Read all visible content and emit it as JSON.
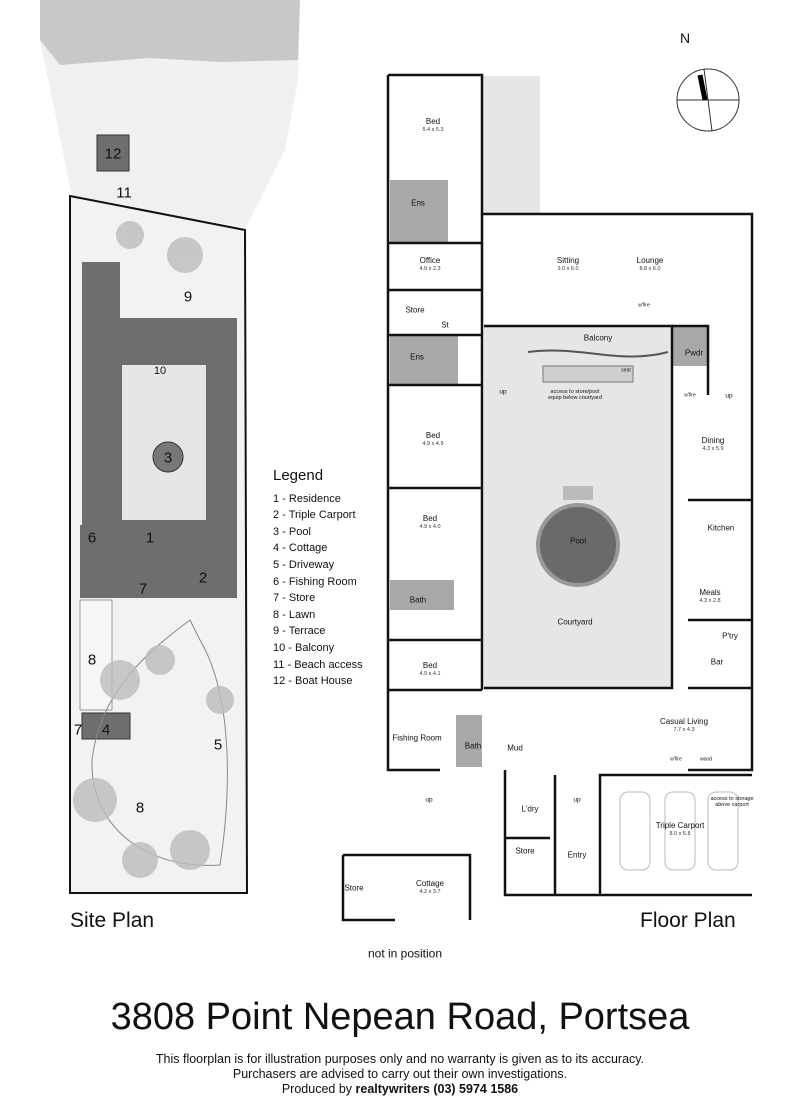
{
  "compass": {
    "label": "N"
  },
  "site_plan": {
    "title": "Site Plan",
    "markers": [
      "12",
      "11",
      "9",
      "10",
      "3",
      "1",
      "6",
      "7",
      "2",
      "8",
      "7",
      "4",
      "5",
      "8"
    ]
  },
  "legend": {
    "title": "Legend",
    "items": [
      "1 - Residence",
      "2 - Triple Carport",
      "3 - Pool",
      "4 - Cottage",
      "5 - Driveway",
      "6 - Fishing Room",
      "7 - Store",
      "8 - Lawn",
      "9 - Terrace",
      "10 - Balcony",
      "11 - Beach access",
      "12 - Boat House"
    ]
  },
  "floor_plan": {
    "title": "Floor Plan",
    "rooms": [
      {
        "name": "Bed",
        "dims": "5.4 x 5.3"
      },
      {
        "name": "Ens",
        "dims": ""
      },
      {
        "name": "Office",
        "dims": "4.9 x 2.3"
      },
      {
        "name": "Sitting",
        "dims": "3.0 x 6.0"
      },
      {
        "name": "Lounge",
        "dims": "8.8 x 6.0"
      },
      {
        "name": "Store",
        "dims": ""
      },
      {
        "name": "St",
        "dims": ""
      },
      {
        "name": "Ens",
        "dims": ""
      },
      {
        "name": "Balcony",
        "dims": ""
      },
      {
        "name": "Pwdr",
        "dims": ""
      },
      {
        "name": "Bed",
        "dims": "4.9 x 4.9"
      },
      {
        "name": "Dining",
        "dims": "4.3 x 5.9"
      },
      {
        "name": "Bed",
        "dims": "4.9 x 4.0"
      },
      {
        "name": "Kitchen",
        "dims": ""
      },
      {
        "name": "Pool",
        "dims": ""
      },
      {
        "name": "Bath",
        "dims": ""
      },
      {
        "name": "Meals",
        "dims": "4.3 x 2.8"
      },
      {
        "name": "Courtyard",
        "dims": ""
      },
      {
        "name": "P'try",
        "dims": ""
      },
      {
        "name": "Bar",
        "dims": ""
      },
      {
        "name": "Bed",
        "dims": "4.9 x 4.1"
      },
      {
        "name": "Casual Living",
        "dims": "7.7 x 4.3"
      },
      {
        "name": "Fishing Room",
        "dims": ""
      },
      {
        "name": "Bath",
        "dims": ""
      },
      {
        "name": "Mud",
        "dims": ""
      },
      {
        "name": "L'dry",
        "dims": ""
      },
      {
        "name": "Store",
        "dims": ""
      },
      {
        "name": "Entry",
        "dims": ""
      },
      {
        "name": "Triple Carport",
        "dims": "8.0 x 5.8"
      },
      {
        "name": "Cottage",
        "dims": "4.2 x 3.7"
      },
      {
        "name": "Store",
        "dims": ""
      }
    ],
    "notes": {
      "access_pool": "access to store/pool equip below courtyard",
      "access_carport": "access to storage above carport",
      "seat": "seat",
      "wfire": "w'fire",
      "wood": "wood",
      "up": "up"
    },
    "cottage_note": "not in position"
  },
  "footer": {
    "address": "3808 Point Nepean Road, Portsea",
    "disclaimer_1": "This floorplan is for illustration purposes only and no warranty is given as to its accuracy.",
    "disclaimer_2": "Purchasers are advised to carry out their own investigations.",
    "produced_prefix": "Produced by ",
    "producer": "realtywriters (03) 5974 1586"
  },
  "colors": {
    "wall": "#111111",
    "courtyard": "#e6e6e6",
    "wet_area": "#a8a8a8",
    "pool": "#6a6a6a",
    "site_building": "#6e6e6e",
    "beach": "#dcdcdc"
  }
}
